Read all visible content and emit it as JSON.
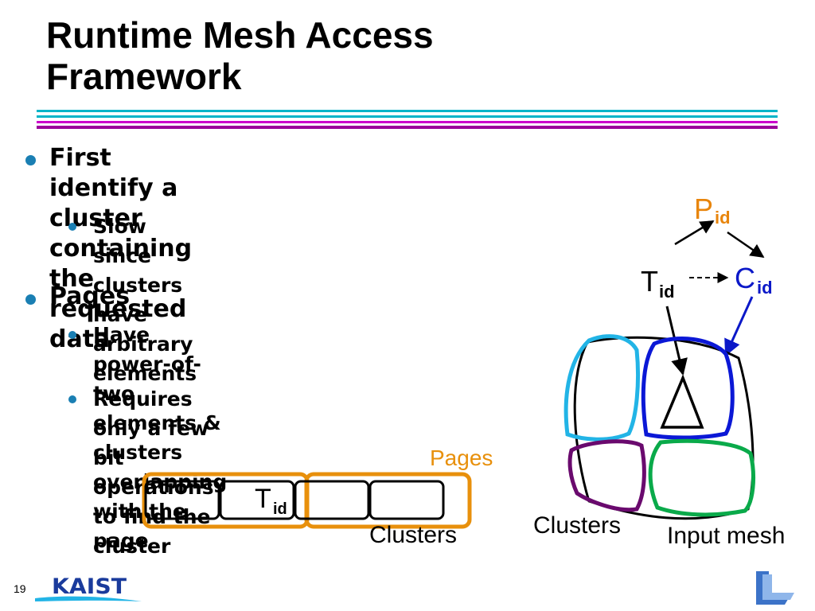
{
  "slide": {
    "title_line1": "Runtime Mesh Access",
    "title_line2": "Framework",
    "page_number": "19"
  },
  "bullets": [
    {
      "level": 1,
      "lines": [
        "First identify a cluster",
        "containing the requested data"
      ]
    },
    {
      "level": 2,
      "lines": [
        "Slow since clusters have arbitrary",
        "elements"
      ]
    },
    {
      "level": 1,
      "lines": [
        "Pages"
      ]
    },
    {
      "level": 2,
      "lines": [
        "Have power-of-two elements &",
        "clusters overlapping with the page"
      ]
    },
    {
      "level": 2,
      "lines": [
        "Requires only a few bit operations",
        "to find the cluster"
      ]
    }
  ],
  "diagram": {
    "p_main": "P",
    "p_sub": "id",
    "c_main": "C",
    "c_sub": "id",
    "t_main": "T",
    "t_sub": "id",
    "clusters_label_mesh": "Clusters",
    "input_mesh_label": "Input mesh",
    "pages_label": "Pages",
    "array_t_main": "T",
    "array_t_sub": "id",
    "clusters_label_array": "Clusters",
    "colors": {
      "p_orange": "#e8850c",
      "c_blue": "#0b18c8",
      "cluster_cyan": "#22b4e6",
      "cluster_blue": "#0b18d6",
      "cluster_purple": "#6a0a6e",
      "cluster_green": "#0aaa4a",
      "page_orange": "#e8900c"
    }
  },
  "logos": {
    "kaist": "KAIST"
  }
}
